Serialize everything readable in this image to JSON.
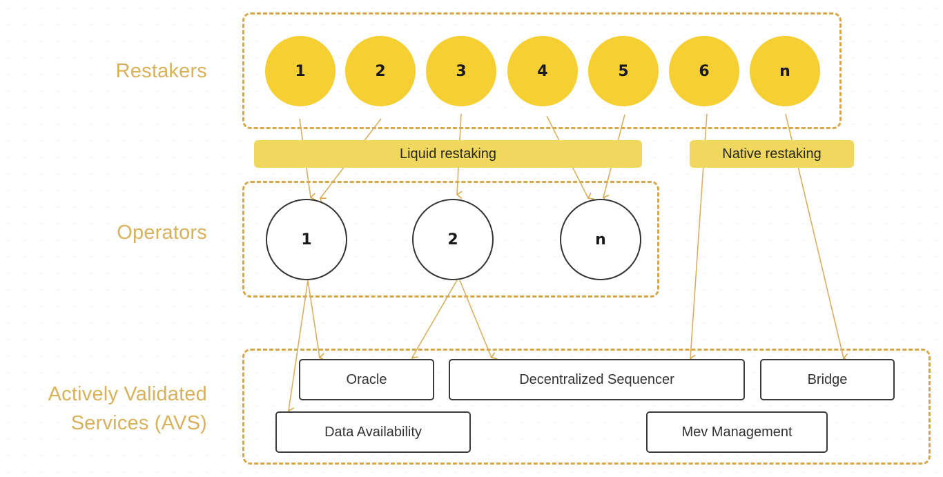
{
  "row_labels": {
    "restakers": "Restakers",
    "operators": "Operators",
    "avs_line1": "Actively Validated",
    "avs_line2": "Services (AVS)"
  },
  "restakers": [
    "1",
    "2",
    "3",
    "4",
    "5",
    "6",
    "n"
  ],
  "restaking_types": {
    "liquid": "Liquid restaking",
    "native": "Native restaking"
  },
  "operators": [
    "1",
    "2",
    "n"
  ],
  "services": {
    "oracle": "Oracle",
    "sequencer": "Decentralized Sequencer",
    "bridge": "Bridge",
    "data_availability": "Data Availability",
    "mev": "Mev Management"
  },
  "connections": [
    {
      "from": "restaker-1",
      "to": "operator-1",
      "via": "liquid"
    },
    {
      "from": "restaker-2",
      "to": "operator-1",
      "via": "liquid"
    },
    {
      "from": "restaker-3",
      "to": "operator-2",
      "via": "liquid"
    },
    {
      "from": "restaker-4",
      "to": "operator-n",
      "via": "liquid"
    },
    {
      "from": "restaker-5",
      "to": "operator-n",
      "via": "liquid"
    },
    {
      "from": "restaker-6",
      "to": "sequencer",
      "via": "native"
    },
    {
      "from": "restaker-n",
      "to": "bridge",
      "via": "native"
    },
    {
      "from": "operator-1",
      "to": "oracle"
    },
    {
      "from": "operator-1",
      "to": "data_availability"
    },
    {
      "from": "operator-2",
      "to": "oracle"
    },
    {
      "from": "operator-2",
      "to": "sequencer"
    }
  ],
  "colors": {
    "accent": "#d6a84a",
    "restaker_fill": "#f6cf32",
    "pill_fill": "#f0d75e",
    "label_text": "#d8b25a"
  }
}
